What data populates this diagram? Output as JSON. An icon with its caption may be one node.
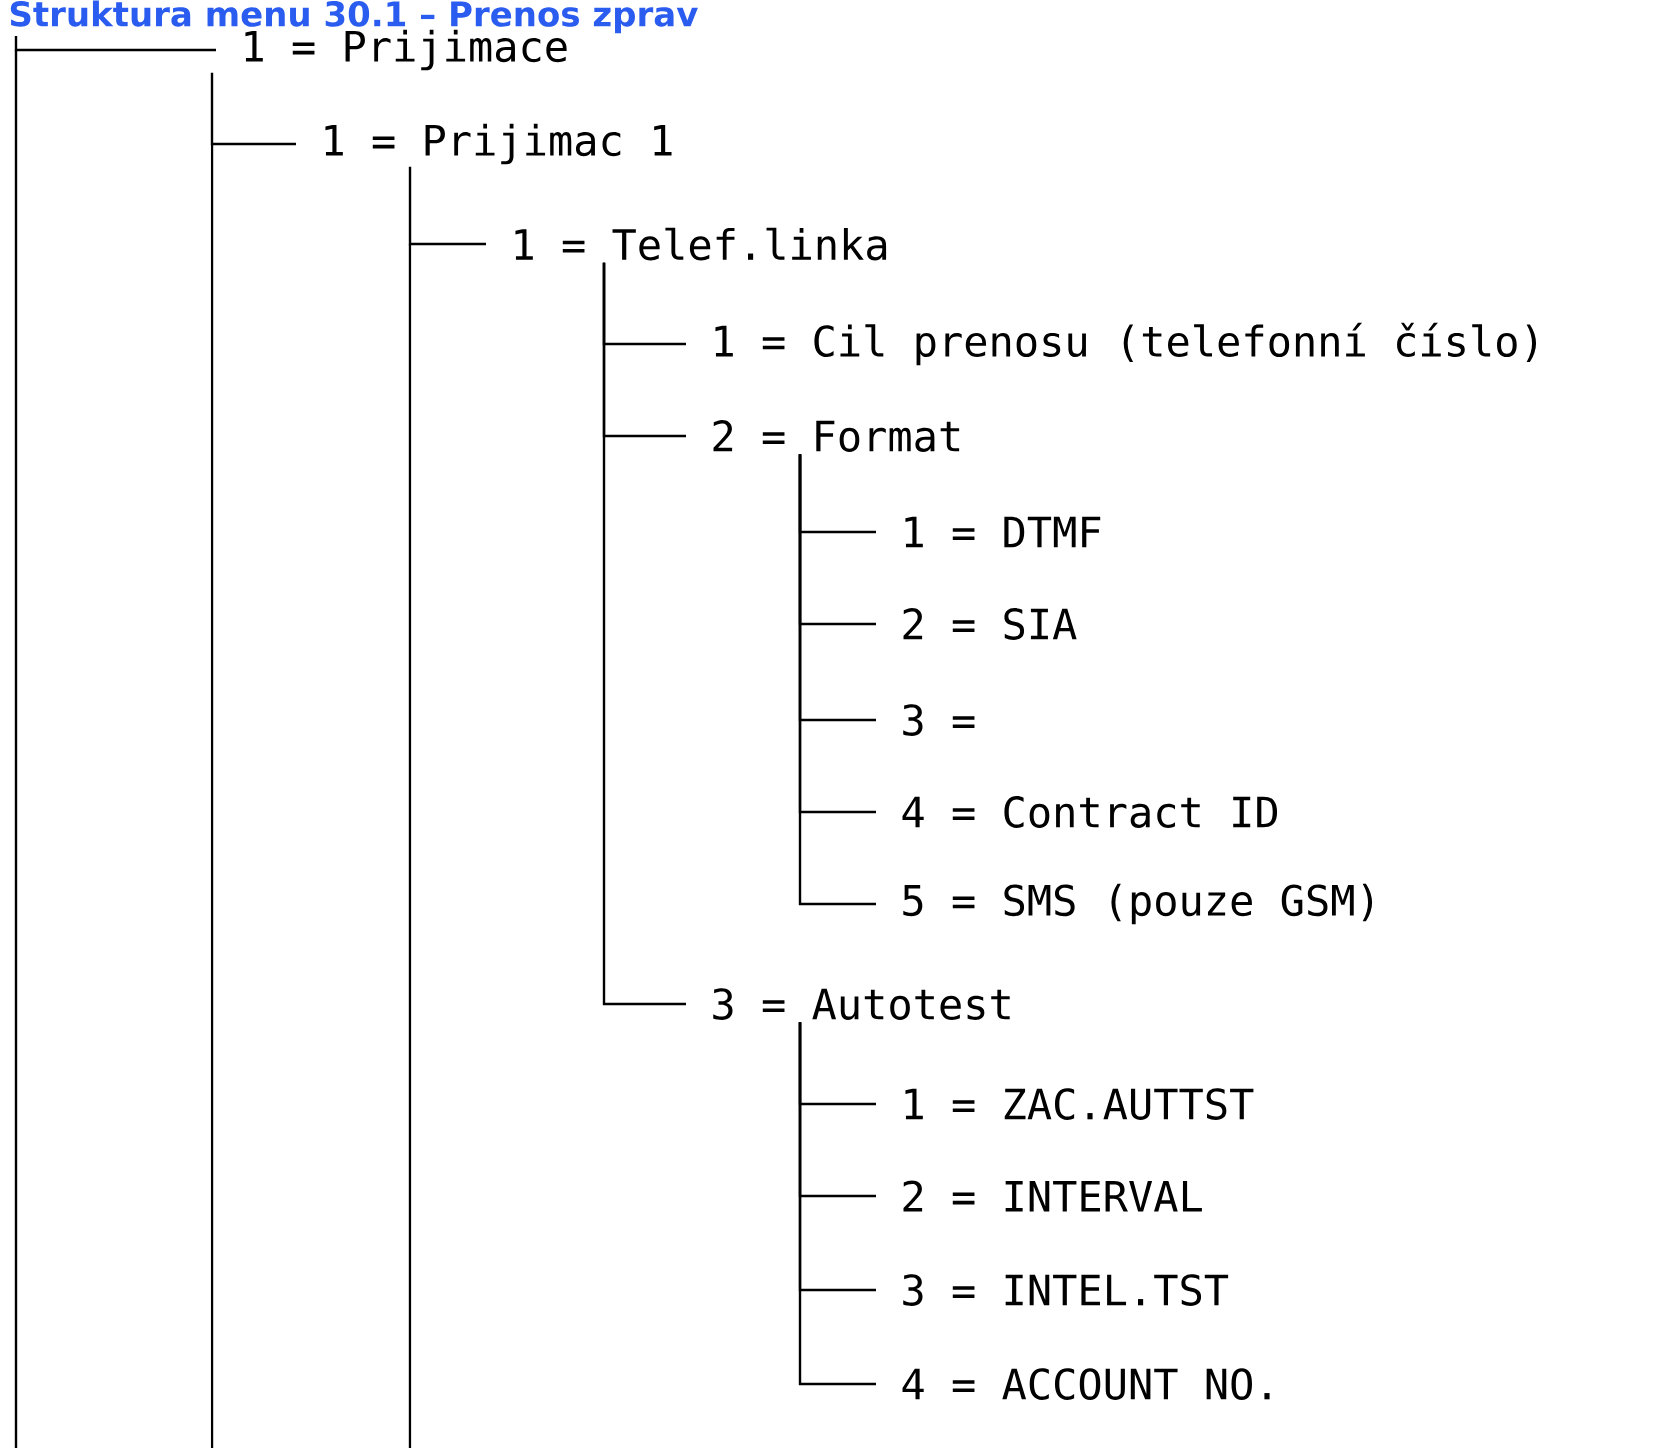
{
  "diagram": {
    "title": "Struktura menu 30.1 – Prenos zprav",
    "nodes": [
      {
        "text": [
          "1 = Prijimace"
        ]
      },
      {
        "text": [
          "1 = Prijimac 1"
        ]
      },
      {
        "text": [
          "1 = Telef.linka"
        ]
      },
      {
        "text": [
          "1 = Cil prenosu (telefonní číslo)"
        ]
      },
      {
        "text": [
          "2 = Format"
        ]
      },
      {
        "text": [
          "1 = DTMF"
        ]
      },
      {
        "text": [
          "2 = SIA"
        ]
      },
      {
        "text": [
          "3 ="
        ]
      },
      {
        "text": [
          "4 = Contract ID"
        ]
      },
      {
        "text": [
          "5 = SMS (pouze GSM)"
        ]
      },
      {
        "text": [
          "3 = Autotest"
        ]
      },
      {
        "text": [
          "1 = ZAC.AUTTST"
        ]
      },
      {
        "text": [
          "2 = INTERVAL"
        ]
      },
      {
        "text": [
          "3 = INTEL.TST"
        ]
      },
      {
        "text": [
          "4 = ACCOUNT NO."
        ]
      }
    ],
    "edges": [
      {
        "from": null,
        "to": 0,
        "arrow": "none"
      },
      {
        "from": 0,
        "to": 1,
        "arrow": "none"
      },
      {
        "from": 1,
        "to": 2,
        "arrow": "none"
      },
      {
        "from": 2,
        "to": 3,
        "arrow": "none"
      },
      {
        "from": 2,
        "to": 4,
        "arrow": "none"
      },
      {
        "from": 4,
        "to": 5,
        "arrow": "none"
      },
      {
        "from": 4,
        "to": 6,
        "arrow": "none"
      },
      {
        "from": 4,
        "to": 7,
        "arrow": "none"
      },
      {
        "from": 4,
        "to": 8,
        "arrow": "none"
      },
      {
        "from": 4,
        "to": 9,
        "arrow": "none"
      },
      {
        "from": 2,
        "to": 10,
        "arrow": "none"
      },
      {
        "from": 10,
        "to": 11,
        "arrow": "none"
      },
      {
        "from": 10,
        "to": 12,
        "arrow": "none"
      },
      {
        "from": 10,
        "to": 13,
        "arrow": "none"
      },
      {
        "from": 10,
        "to": 14,
        "arrow": "none"
      }
    ]
  }
}
